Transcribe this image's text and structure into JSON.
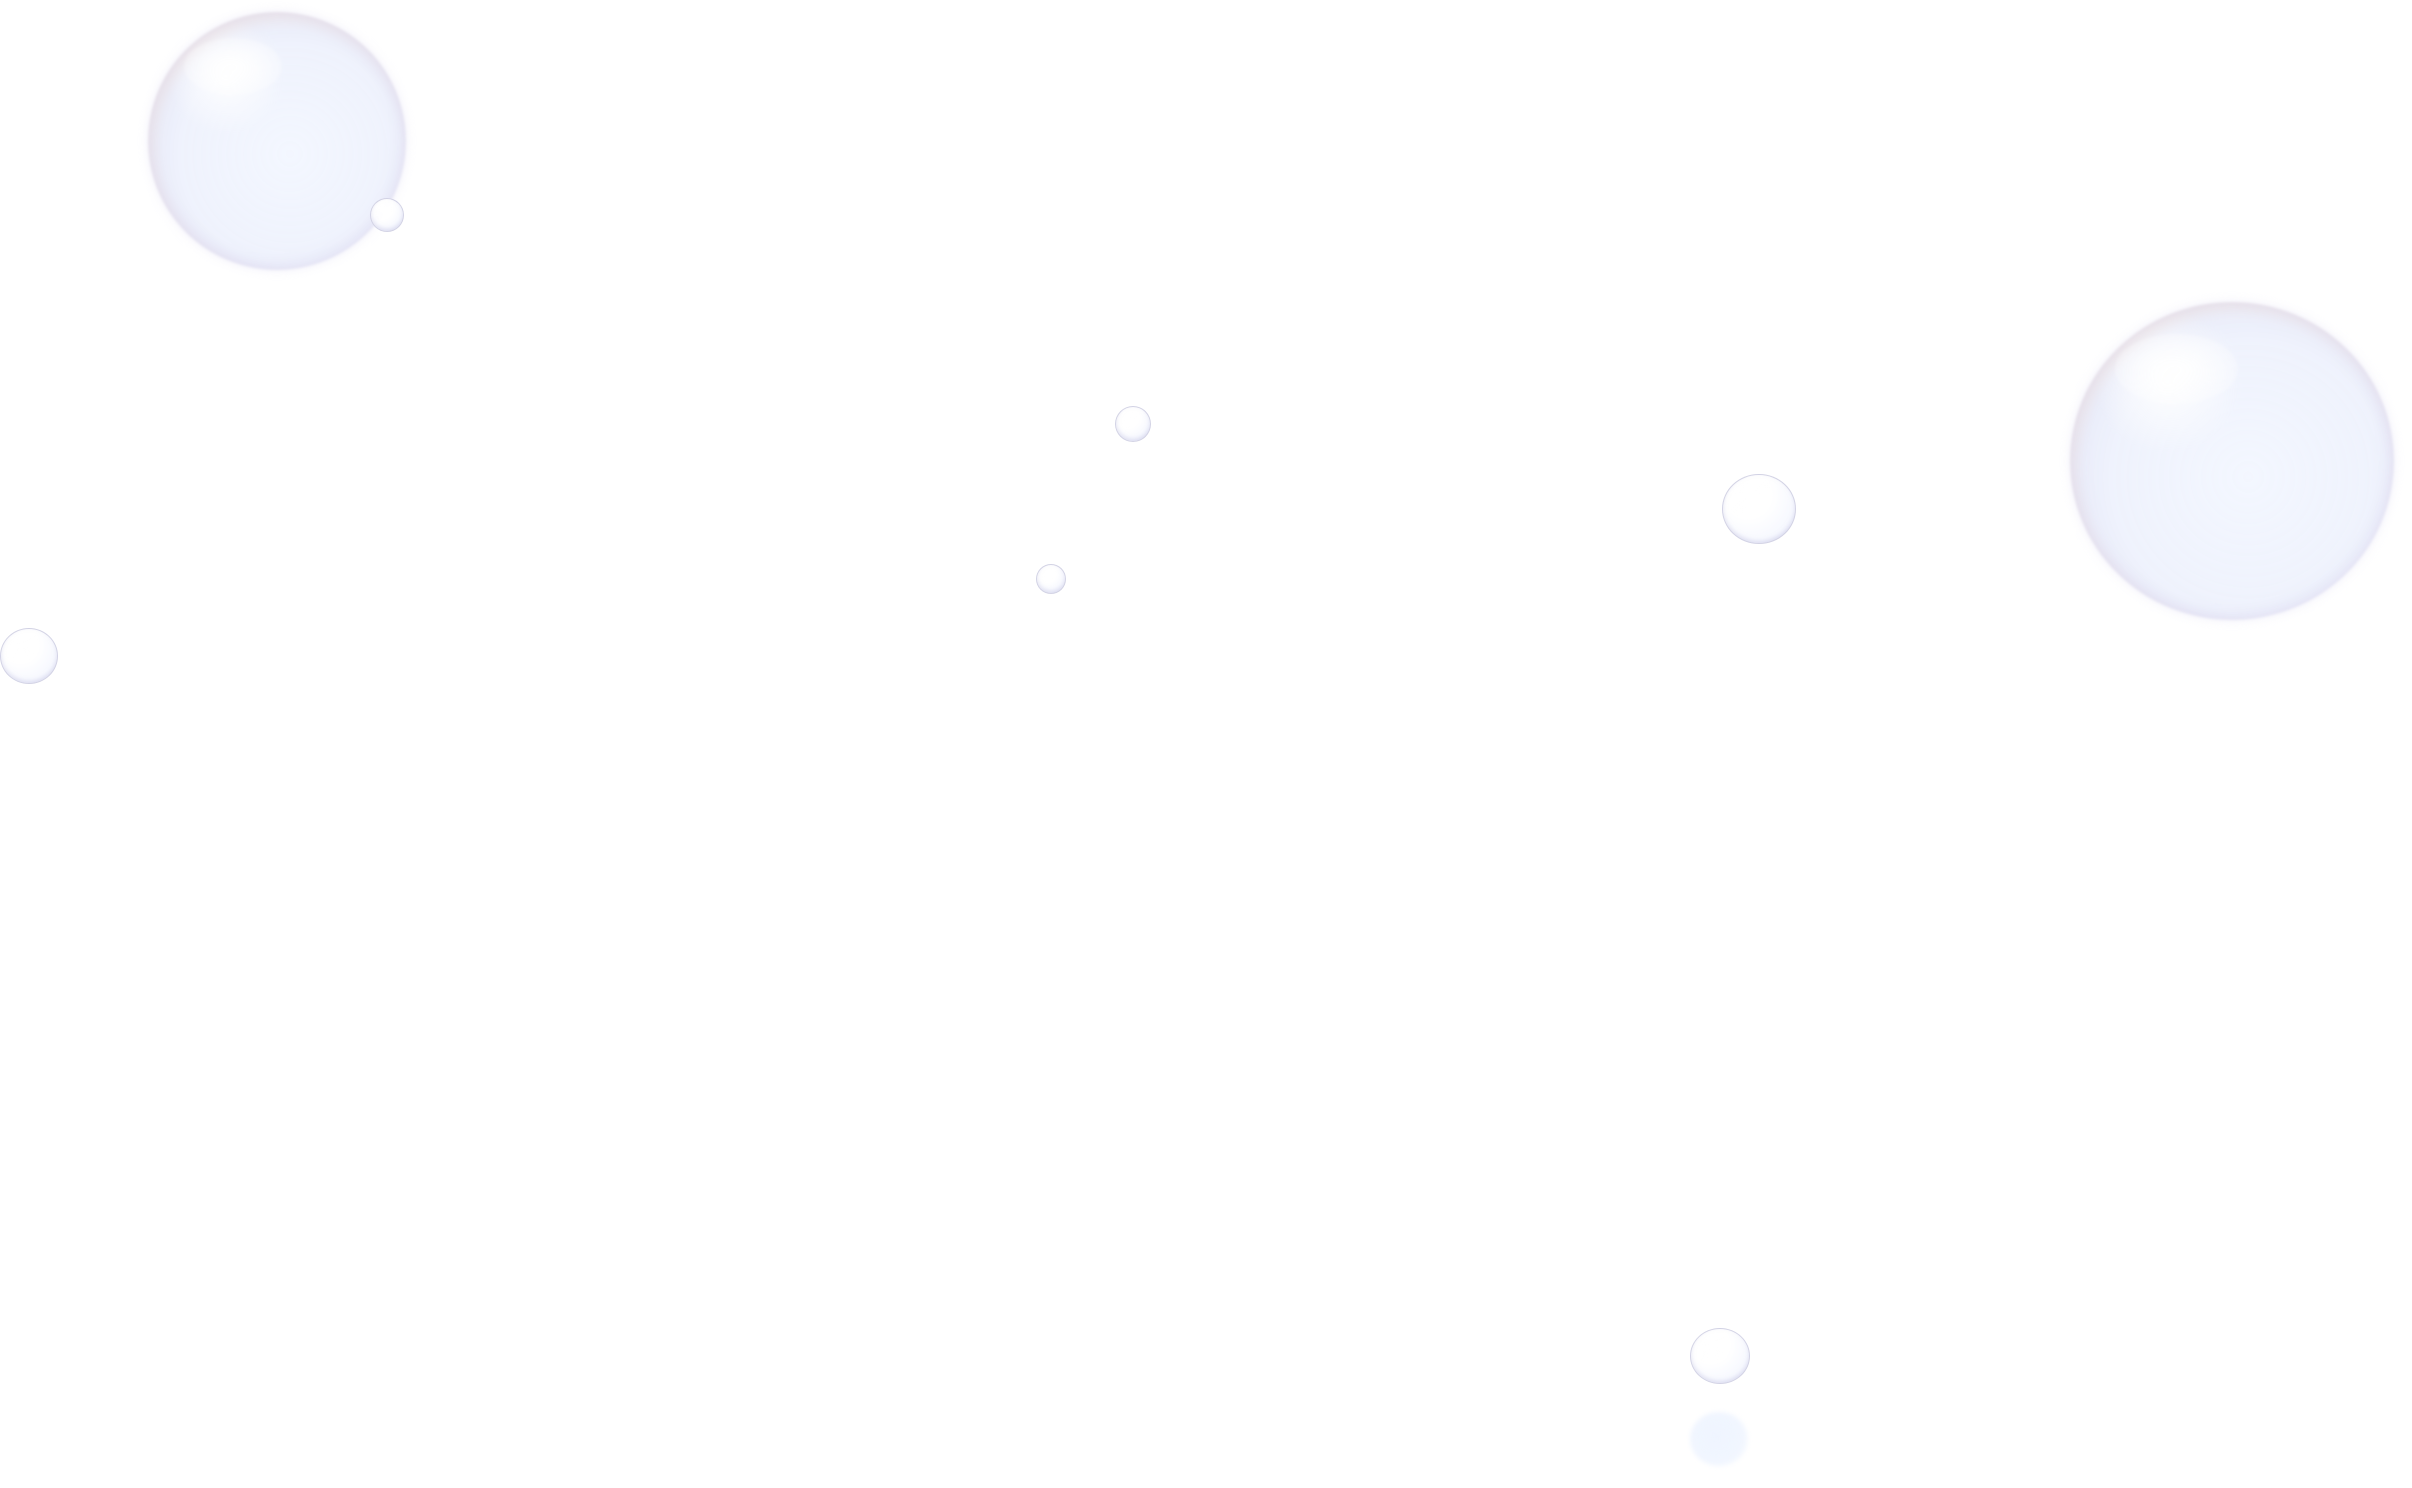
{
  "scene": {
    "background_color": "#ffffff",
    "bubble_tint": "#e6e8f6",
    "bubble_rim_warm": "#ffecd6",
    "bubbles": [
      {
        "name": "large-bubble-top-left",
        "kind": "large"
      },
      {
        "name": "large-bubble-right",
        "kind": "large"
      },
      {
        "name": "small-bubble-near-top-left",
        "kind": "small"
      },
      {
        "name": "small-bubble-center-upper",
        "kind": "small"
      },
      {
        "name": "small-bubble-center",
        "kind": "small"
      },
      {
        "name": "small-bubble-center-right",
        "kind": "small"
      },
      {
        "name": "small-bubble-left-edge",
        "kind": "small"
      },
      {
        "name": "small-bubble-bottom",
        "kind": "small"
      },
      {
        "name": "faint-bubble-bottom",
        "kind": "faint"
      }
    ]
  }
}
